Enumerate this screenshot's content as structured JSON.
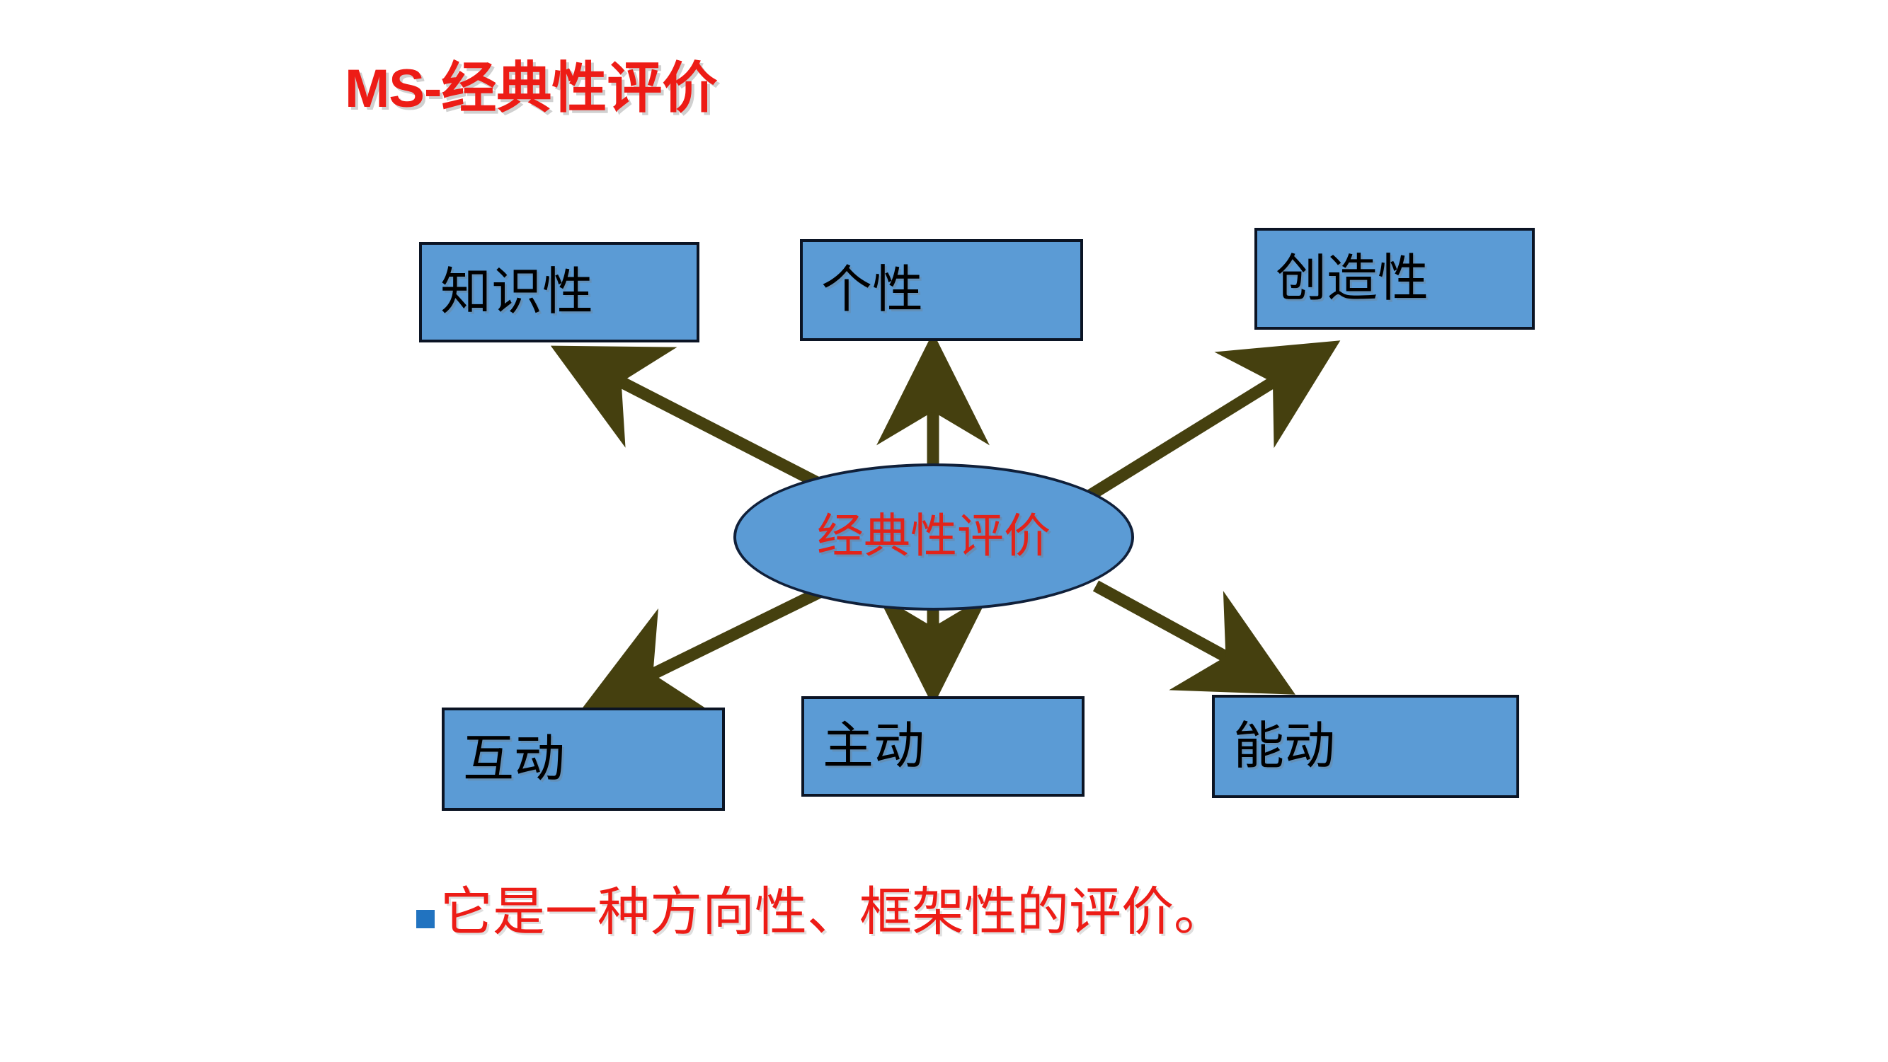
{
  "slide": {
    "title_latin": "MS-",
    "title_han": "经典性评价",
    "background_color": "#FFFFFF"
  },
  "theme": {
    "node_fill": "#5B9BD5",
    "node_border": "#0B1424",
    "arrow_color": "#45400F",
    "title_color": "#ED1C16",
    "center_text_color": "#E2231A",
    "bullet_color": "#2173C0",
    "node_text_color": "#000000"
  },
  "diagram": {
    "type": "radial-hub-and-spoke",
    "center": {
      "label": "经典性评价",
      "shape": "ellipse"
    },
    "nodes": [
      {
        "id": "zhishixing",
        "label": "知识性",
        "shape": "rectangle",
        "row": "top",
        "column": "left"
      },
      {
        "id": "gexing",
        "label": "个性",
        "shape": "rectangle",
        "row": "top",
        "column": "center"
      },
      {
        "id": "chuangzaoxing",
        "label": "创造性",
        "shape": "rectangle",
        "row": "top",
        "column": "right"
      },
      {
        "id": "hudong",
        "label": "互动",
        "shape": "rectangle",
        "row": "bottom",
        "column": "left"
      },
      {
        "id": "zhudong",
        "label": "主动",
        "shape": "rectangle",
        "row": "bottom",
        "column": "center"
      },
      {
        "id": "nengdong",
        "label": "能动",
        "shape": "rectangle",
        "row": "bottom",
        "column": "right"
      }
    ],
    "connectors": [
      {
        "from": "center",
        "to": "zhishixing",
        "style": "single-arrow",
        "direction": "up-left"
      },
      {
        "from": "center",
        "to": "gexing",
        "style": "single-arrow",
        "direction": "up"
      },
      {
        "from": "center",
        "to": "chuangzaoxing",
        "style": "single-arrow",
        "direction": "up-right"
      },
      {
        "from": "center",
        "to": "hudong",
        "style": "single-arrow",
        "direction": "down-left"
      },
      {
        "from": "center",
        "to": "zhudong",
        "style": "single-arrow",
        "direction": "down"
      },
      {
        "from": "center",
        "to": "nengdong",
        "style": "single-arrow",
        "direction": "down-right"
      }
    ]
  },
  "footer": {
    "bullet_glyph": "square-bullet",
    "text": "它是一种方向性、框架性的评价。"
  }
}
